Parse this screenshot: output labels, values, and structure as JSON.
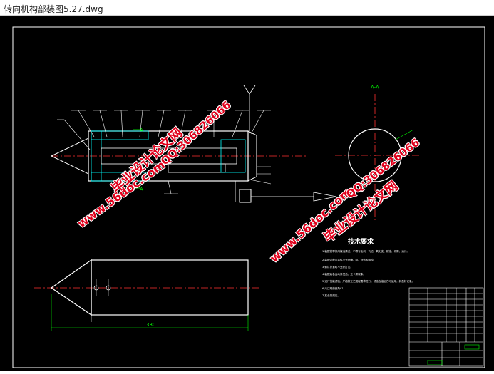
{
  "window": {
    "title": "转向机构部装图5.27.dwg"
  },
  "drawing": {
    "tech_req_title": "技术要求",
    "tech_req_lines": [
      "1.装配前零件用煤油清洗，不得有毛刺、飞边、氧化皮、锈蚀、切屑、油污。",
      "2.装配过程中零件不允许磕、碰、划伤和锈蚀。",
      "3.螺钉拧紧时不允许打击。",
      "4.装配后各运动件灵活，无卡滞现象。",
      "5.进行性能试验，严格按工艺规程要求进行，试验合格后方可使用，并做好记录。",
      "6.未注明的倒角C1。",
      "7.其余按规定。"
    ],
    "dimension_label": "330",
    "section_label": "A-A",
    "view_labels": [
      "A",
      "A"
    ],
    "colors": {
      "outline": "#ffffff",
      "green": "#00ff00",
      "red": "#ff3030",
      "cyan": "#00ffff",
      "yellow": "#ffff00"
    }
  },
  "watermarks": {
    "site": "www.56doc.com",
    "qq": "QQ:306826066",
    "brand": "毕业设计论文网"
  }
}
